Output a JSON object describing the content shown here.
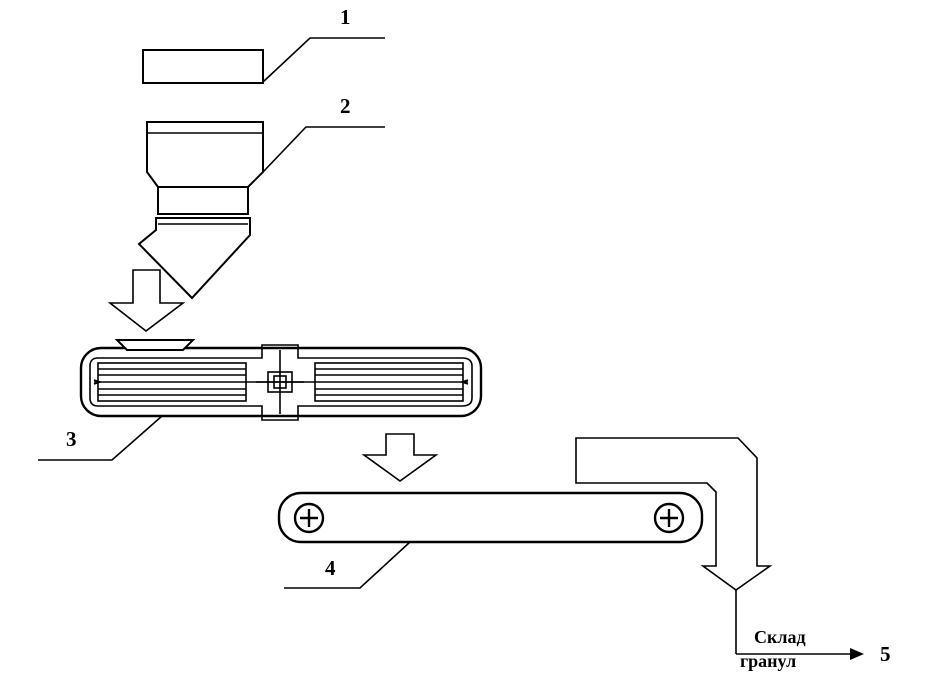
{
  "labels": {
    "n1": "1",
    "n2": "2",
    "n3": "3",
    "n4": "4",
    "n5": "5",
    "storage_line1": "Склад",
    "storage_line2": "гранул"
  },
  "colors": {
    "stroke": "#000000",
    "background": "#ffffff"
  }
}
